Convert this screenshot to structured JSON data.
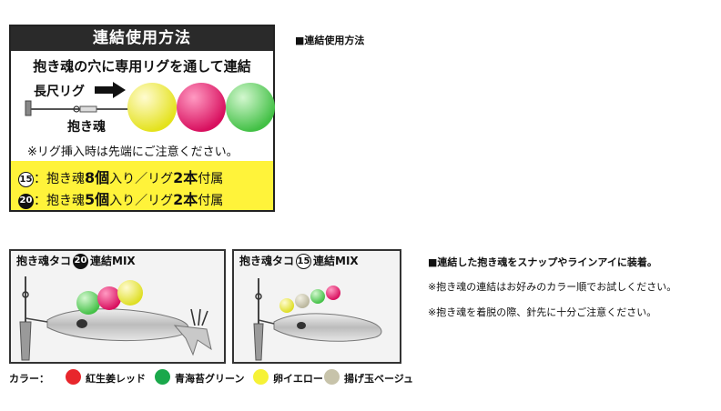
{
  "panel": {
    "header": "連結使用方法",
    "instruction": "抱き魂の穴に専用リグを通して連結",
    "long_rig_label": "長尺リグ",
    "daki_label": "抱き魂",
    "caution": "※リグ挿入時は先端にご注意ください。",
    "spec_1": {
      "badge": "15",
      "prefix": "：抱き魂",
      "count": "8個",
      "mid": "入り／リグ",
      "rig_count": "2本",
      "suffix": "付属"
    },
    "spec_2": {
      "badge": "20",
      "prefix": "：抱き魂",
      "count": "5個",
      "mid": "入り／リグ",
      "rig_count": "2本",
      "suffix": "付属"
    },
    "ball_colors": [
      "#eef03c",
      "#e8216f",
      "#6cd66a"
    ]
  },
  "top_right_heading": "■連結使用方法",
  "photos": {
    "left": {
      "caption_a": "抱き魂タコ",
      "badge": "20",
      "caption_b": "連結MIX"
    },
    "right": {
      "caption_a": "抱き魂タコ",
      "badge": "15",
      "caption_b": "連結MIX"
    }
  },
  "notes": {
    "main": "■連結した抱き魂をスナップやラインアイに装着。",
    "line1": "※抱き魂の連結はお好みのカラー順でお試しください。",
    "line2": "※抱き魂を着脱の際、針先に十分ご注意ください。"
  },
  "legend": {
    "label": "カラー：",
    "items": [
      {
        "name": "紅生姜レッド",
        "color": "#e8262c"
      },
      {
        "name": "青海苔グリーン",
        "color": "#1aa84b"
      },
      {
        "name": "卵イエロー",
        "color": "#f6f236"
      },
      {
        "name": "揚げ玉ベージュ",
        "color": "#c7c3aa"
      }
    ]
  }
}
